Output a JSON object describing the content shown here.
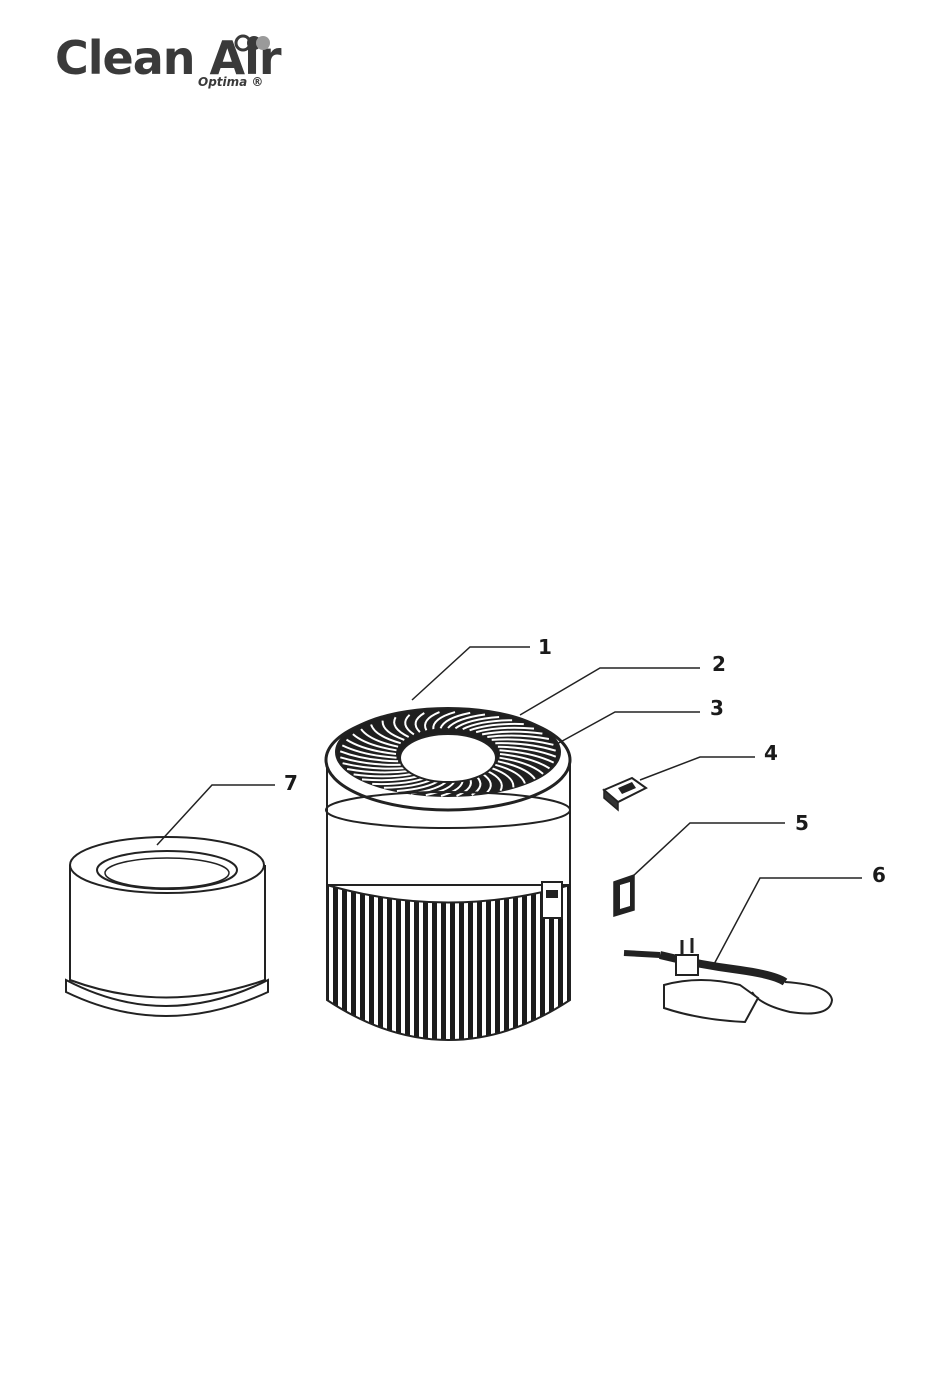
{
  "brand": {
    "name": "Clean Air",
    "sub": "Optima ®"
  },
  "diagram": {
    "callouts": [
      "1",
      "2",
      "3",
      "4",
      "5",
      "6",
      "7"
    ]
  }
}
